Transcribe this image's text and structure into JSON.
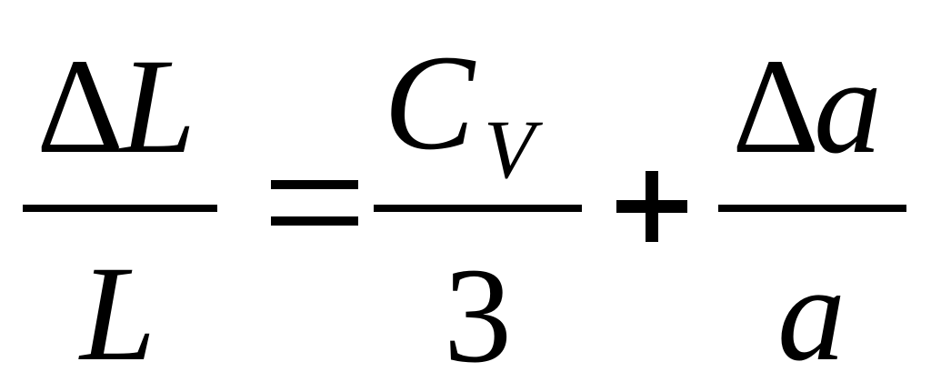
{
  "equation": {
    "lhs": {
      "numerator": {
        "delta": "Δ",
        "var": "L"
      },
      "denominator": "L"
    },
    "equals_symbol": "=",
    "term1": {
      "numerator": {
        "base": "C",
        "subscript": "V"
      },
      "denominator": "3"
    },
    "plus_symbol": "+",
    "term2": {
      "numerator": {
        "delta": "Δ",
        "var": "a"
      },
      "denominator": "a"
    }
  }
}
